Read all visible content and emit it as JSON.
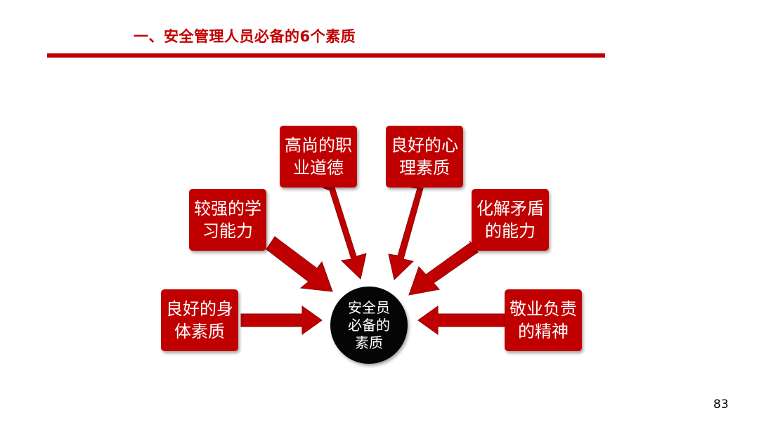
{
  "title": "一、安全管理人员必备的6个素质",
  "center": {
    "line1": "安全员",
    "line2": "必备的",
    "line3": "素质"
  },
  "qualities": [
    {
      "line1": "良好的身",
      "line2": "体素质"
    },
    {
      "line1": "较强的学",
      "line2": "习能力"
    },
    {
      "line1": "高尚的职",
      "line2": "业道德"
    },
    {
      "line1": "良好的心",
      "line2": "理素质"
    },
    {
      "line1": "化解矛盾",
      "line2": "的能力"
    },
    {
      "line1": "敬业负责",
      "line2": "的精神"
    }
  ],
  "page_number": "83",
  "colors": {
    "accent": "#c00000",
    "center": "#050505",
    "text_on_fill": "#ffffff"
  }
}
